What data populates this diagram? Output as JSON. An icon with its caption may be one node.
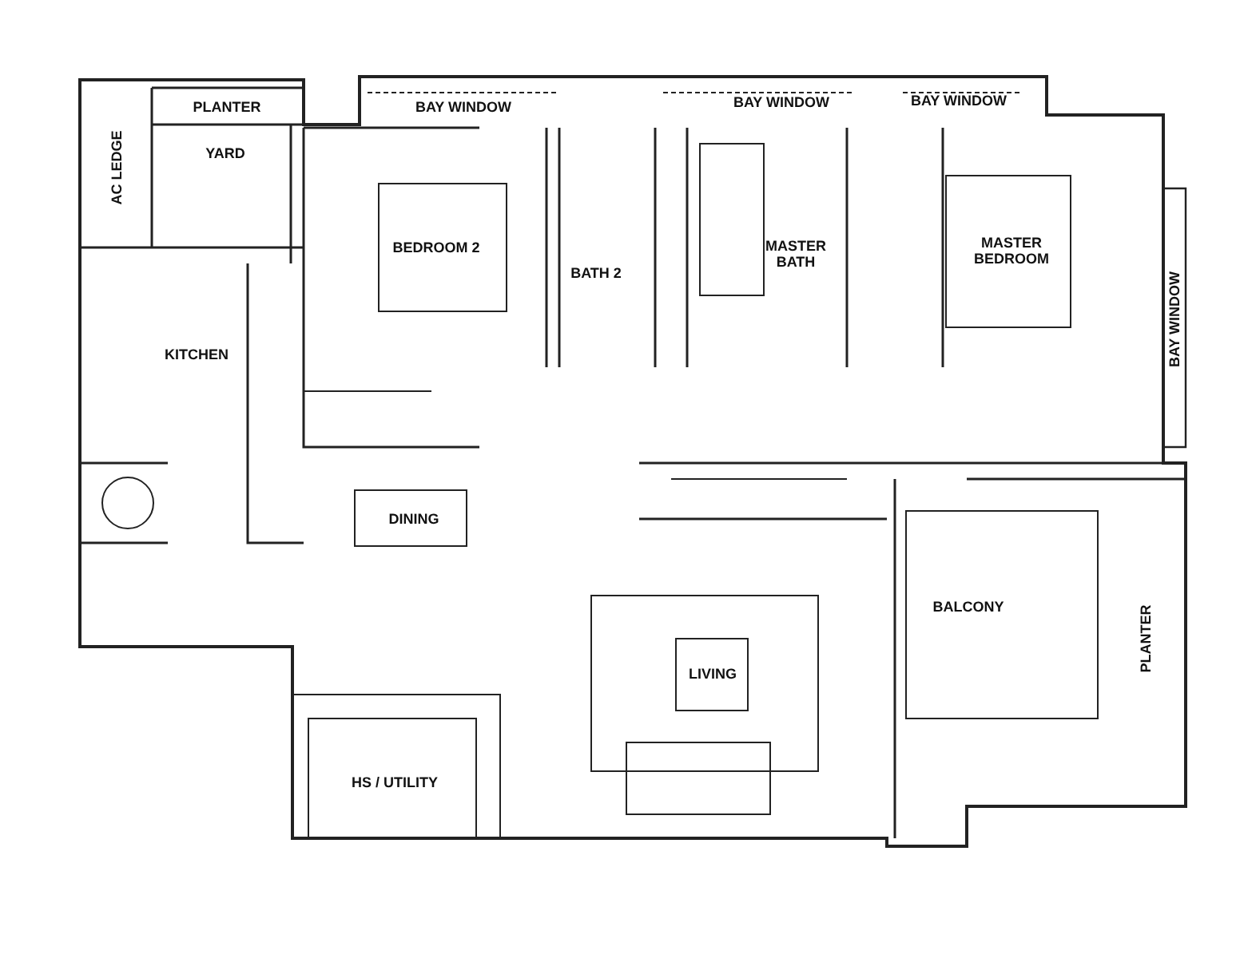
{
  "diagram": {
    "labels": [
      "PLANTER",
      "BAY WINDOW",
      "BAY WINDOW",
      "BAY WINDOW",
      "AC LEDGE",
      "YARD",
      "BEDROOM 2",
      "BATH 2",
      "MASTER BATH",
      "MASTER BEDROOM",
      "BAY WINDOW",
      "KITCHEN",
      "DINING",
      "BALCONY",
      "PLANTER",
      "LIVING",
      "HS / UTILITY"
    ]
  }
}
